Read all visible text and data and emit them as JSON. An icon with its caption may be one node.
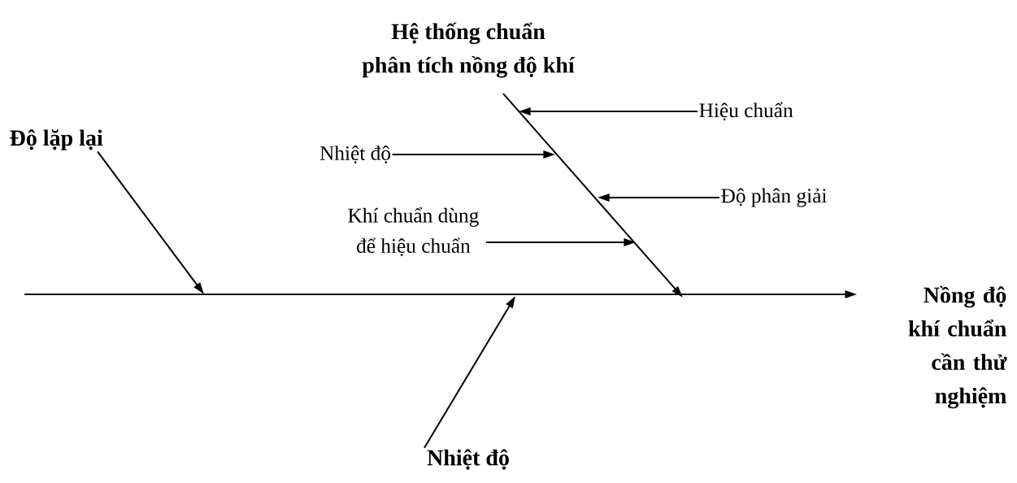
{
  "diagram": {
    "nodes": [
      {
        "text": [
          "Hệ thống chuẩn phân tích nồng độ khí"
        ]
      },
      {
        "text": [
          "Độ lặp lại"
        ]
      },
      {
        "text": [
          "Hiệu chuẩn"
        ]
      },
      {
        "text": [
          "Nhiệt độ"
        ]
      },
      {
        "text": [
          "Độ phân giải"
        ]
      },
      {
        "text": [
          "Khí chuẩn dùng để hiệu chuẩn"
        ]
      },
      {
        "text": [
          "Nồng độ khí chuẩn cần thử nghiệm"
        ]
      },
      {
        "text": [
          "Nhiệt độ"
        ]
      }
    ],
    "edges": [
      {
        "from": 0,
        "to": null,
        "arrow": "to"
      },
      {
        "from": 1,
        "to": null,
        "arrow": "to"
      },
      {
        "from": 2,
        "to": null,
        "arrow": "to"
      },
      {
        "from": 3,
        "to": null,
        "arrow": "to"
      },
      {
        "from": 4,
        "to": null,
        "arrow": "to"
      },
      {
        "from": 5,
        "to": null,
        "arrow": "to"
      },
      {
        "from": null,
        "to": 6,
        "arrow": "to"
      },
      {
        "from": 7,
        "to": null,
        "arrow": "to"
      }
    ]
  }
}
